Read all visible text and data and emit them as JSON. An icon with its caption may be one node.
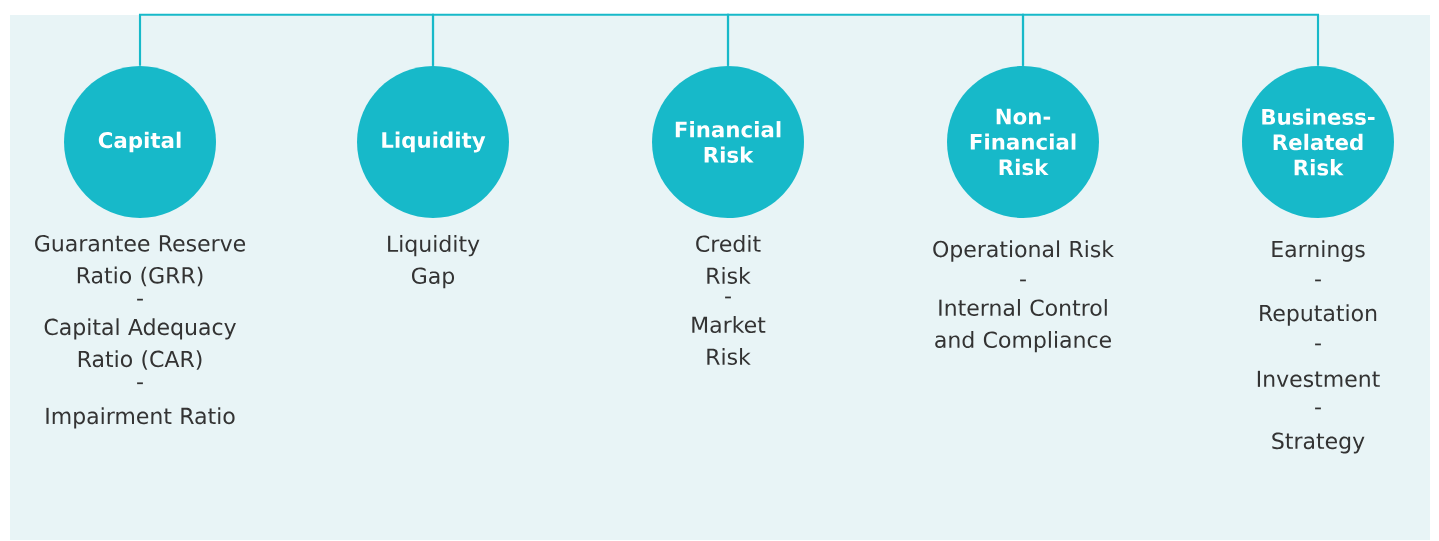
{
  "diagram": {
    "nodes": [
      {
        "text": [
          "Capital"
        ],
        "beside": [
          "Guarantee Reserve Ratio (GRR)",
          "-",
          "Capital Adequacy Ratio (CAR)",
          "-",
          "Impairment Ratio"
        ]
      },
      {
        "text": [
          "Liquidity"
        ],
        "beside": [
          "Liquidity Gap"
        ]
      },
      {
        "text": [
          "Financial Risk"
        ],
        "beside": [
          "Credit Risk",
          "-",
          "Market Risk"
        ]
      },
      {
        "text": [
          "Non-Financial Risk"
        ],
        "beside": [
          "Operational Risk",
          "-",
          "Internal Control and Compliance"
        ]
      },
      {
        "text": [
          "Business-Related Risk"
        ],
        "beside": [
          "Earnings",
          "-",
          "Reputation",
          "-",
          "Investment",
          "-",
          "Strategy"
        ]
      }
    ],
    "edges": [
      {
        "from": 0,
        "to": 1,
        "arrow": "none"
      },
      {
        "from": 1,
        "to": 2,
        "arrow": "none"
      },
      {
        "from": 2,
        "to": 3,
        "arrow": "none"
      },
      {
        "from": 3,
        "to": 4,
        "arrow": "none"
      }
    ]
  }
}
